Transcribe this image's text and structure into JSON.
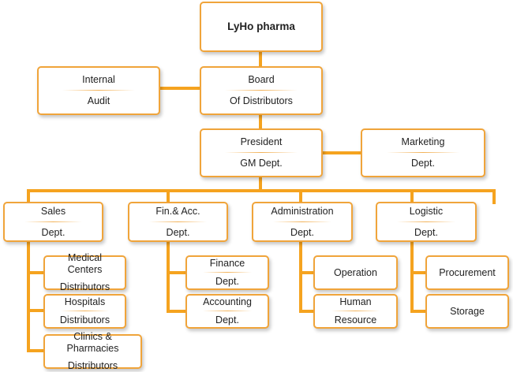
{
  "org": {
    "company": "LyHo pharma",
    "board": {
      "line1": "Board",
      "line2": "Of Distributors"
    },
    "audit": {
      "line1": "Internal",
      "line2": "Audit"
    },
    "president": {
      "line1": "President",
      "line2": "GM Dept."
    },
    "marketing": {
      "line1": "Marketing",
      "line2": "Dept."
    },
    "sales": {
      "line1": "Sales",
      "line2": "Dept."
    },
    "finacc": {
      "line1": "Fin.& Acc.",
      "line2": "Dept."
    },
    "admin": {
      "line1": "Administration",
      "line2": "Dept."
    },
    "logistic": {
      "line1": "Logistic",
      "line2": "Dept."
    },
    "medical": {
      "line1": "Medical Centers",
      "line2": "Distributors"
    },
    "hospitals": {
      "line1": "Hospitals",
      "line2": "Distributors"
    },
    "clinics": {
      "line1": "Clinics & Pharmacies",
      "line2": "Distributors"
    },
    "finance": {
      "line1": "Finance",
      "line2": "Dept."
    },
    "accounting": {
      "line1": "Accounting",
      "line2": "Dept."
    },
    "operation": {
      "line1": "Operation"
    },
    "hr": {
      "line1": "Human",
      "line2": "Resource"
    },
    "procurement": {
      "line1": "Procurement"
    },
    "storage": {
      "line1": "Storage"
    }
  },
  "colors": {
    "connector": "#f5a31f",
    "border": "#f0a43a"
  }
}
